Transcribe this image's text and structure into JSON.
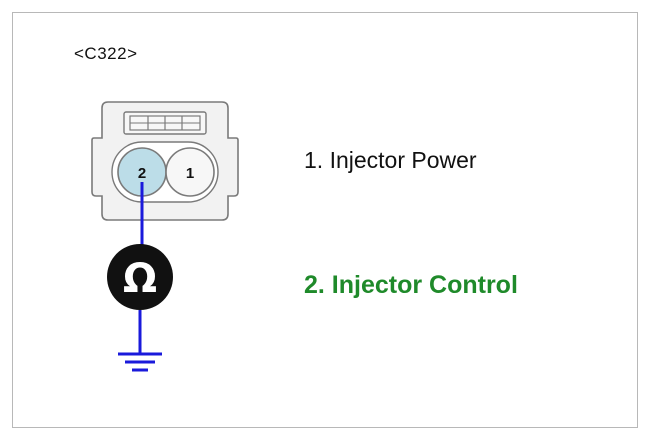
{
  "connector": {
    "id": "<C322>",
    "pins": [
      {
        "number": "2"
      },
      {
        "number": "1"
      }
    ]
  },
  "meter": {
    "symbol": "Ω"
  },
  "labels": [
    {
      "text": "1. Injector Power"
    },
    {
      "text": "2. Injector Control"
    }
  ],
  "colors": {
    "highlight_text": "#1f8a2a",
    "wire": "#1a1adb",
    "pin_highlight": "#bcdde8",
    "connector_body": "#f2f2f2",
    "connector_outline": "#7a7a7a",
    "meter_fill": "#111111"
  }
}
